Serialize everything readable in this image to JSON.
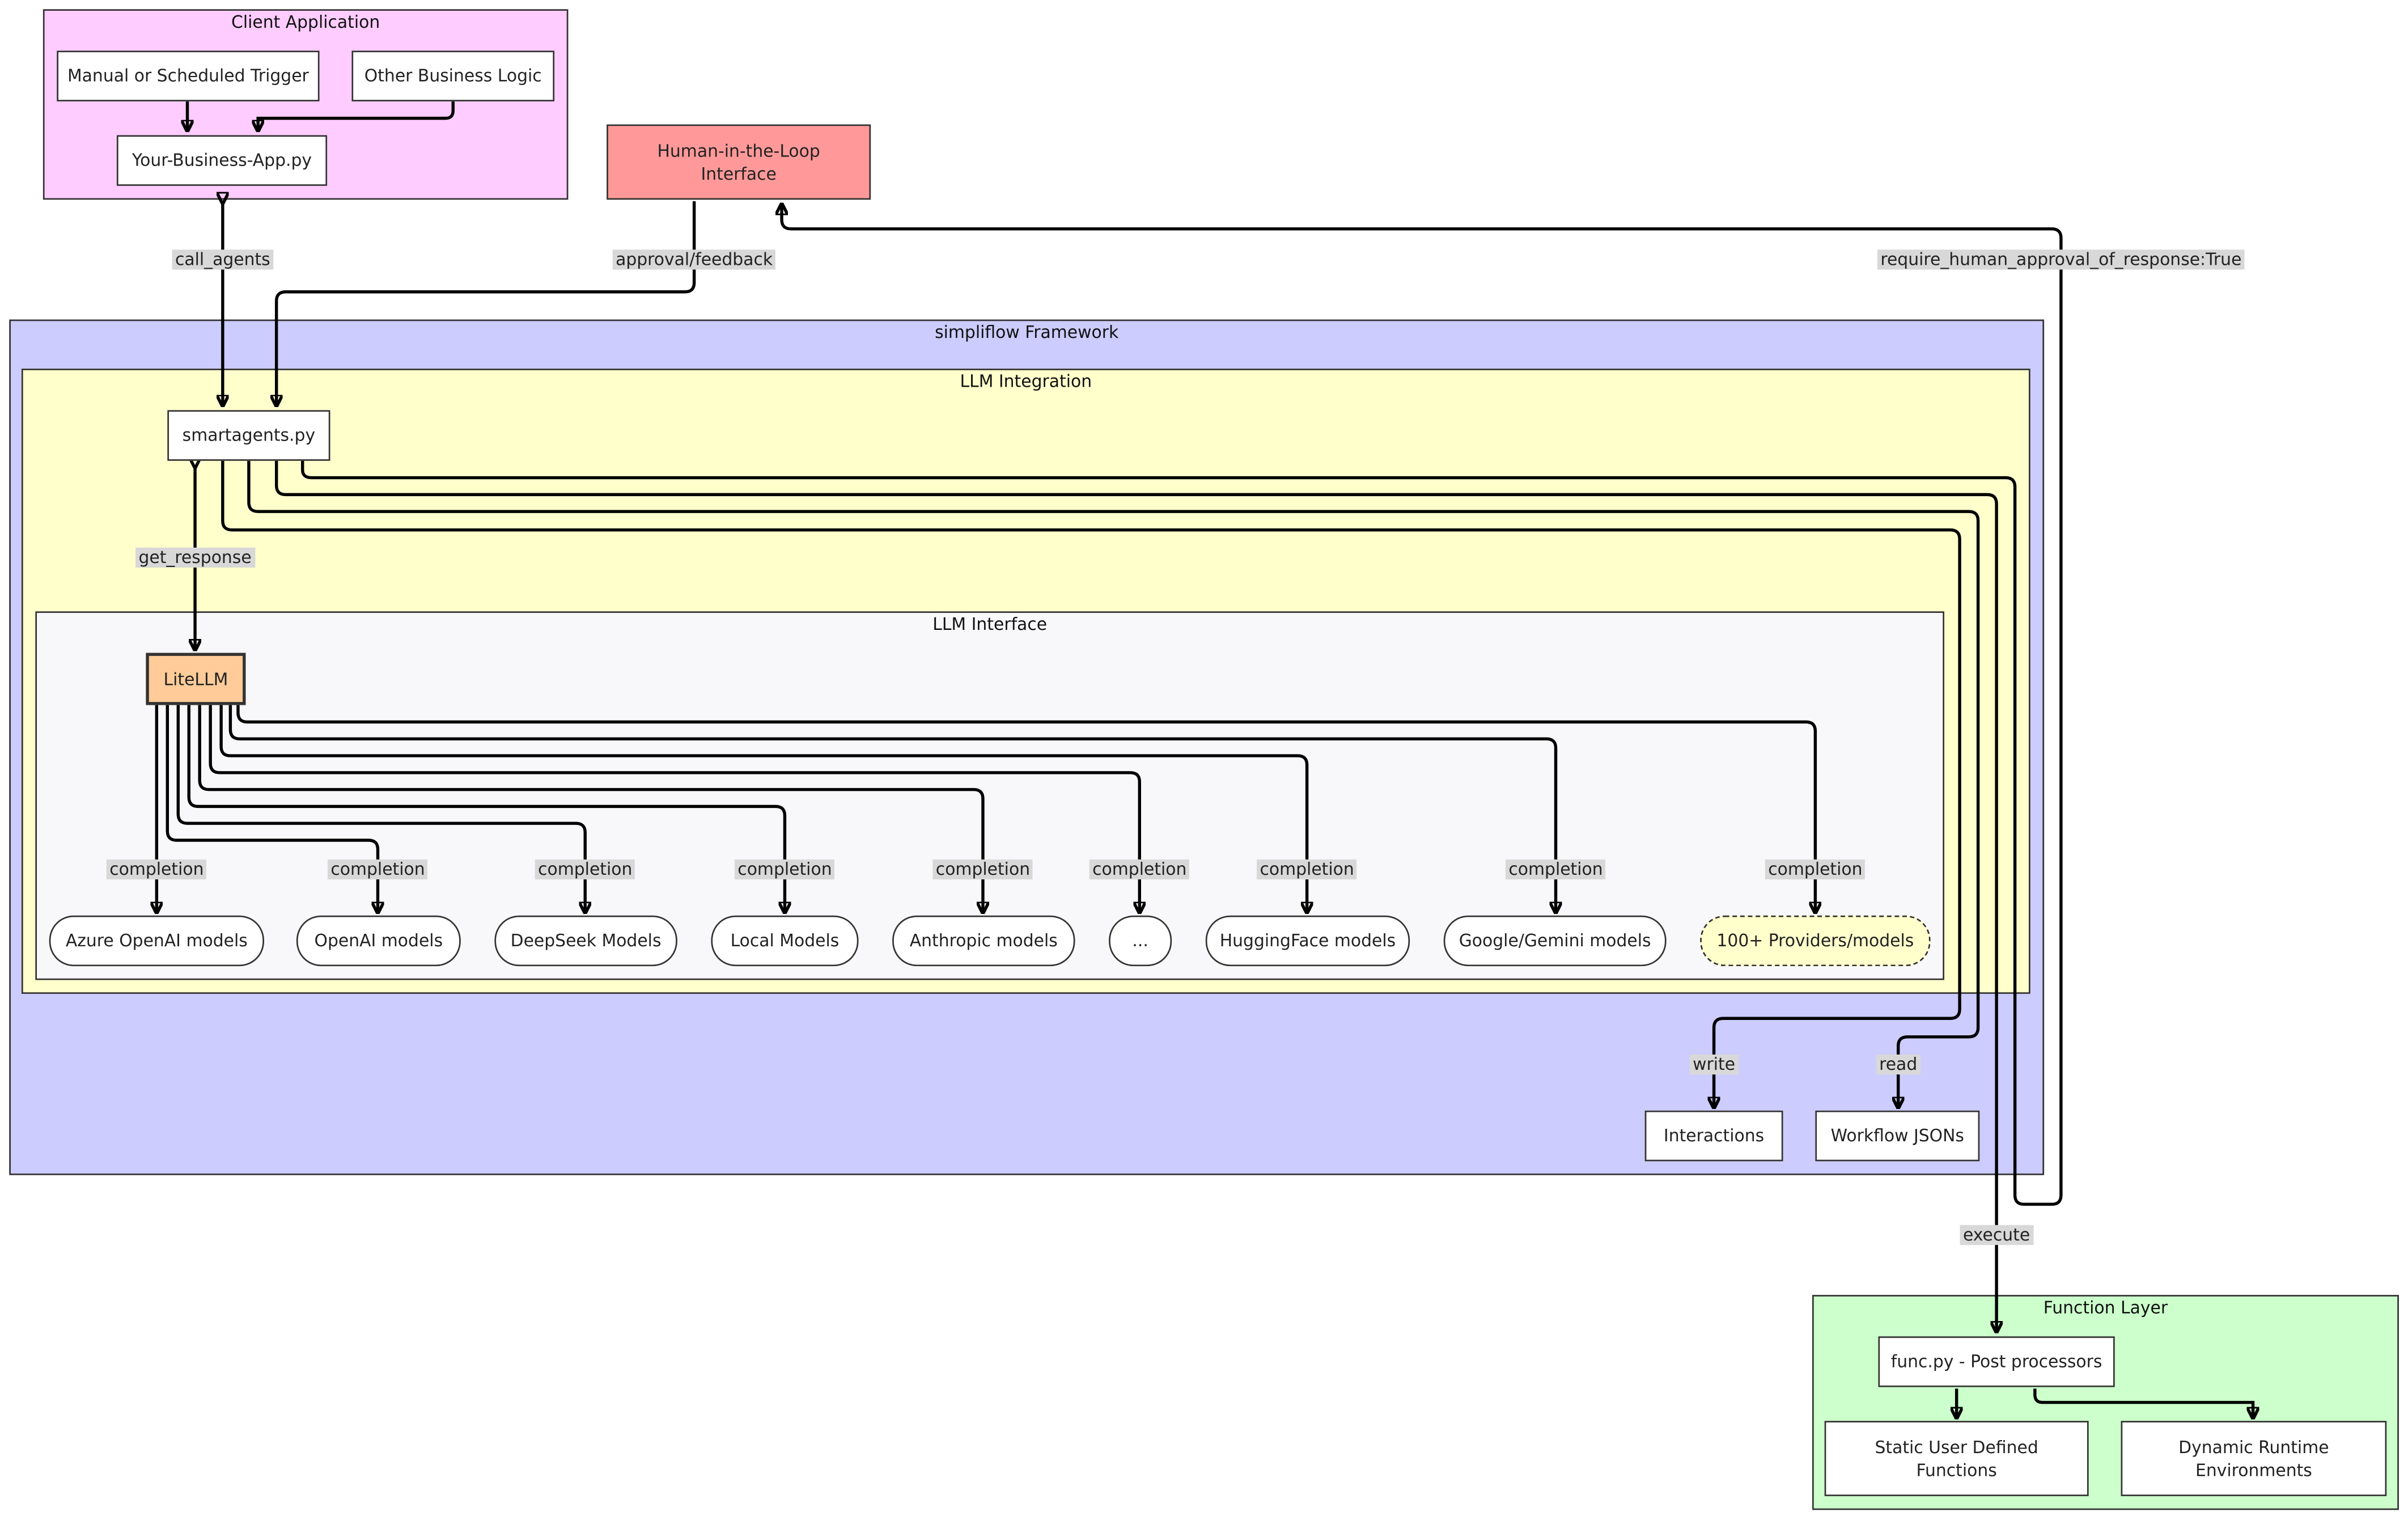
{
  "groups": {
    "client": {
      "title": "Client Application",
      "color": "#ffccff"
    },
    "simpliflow": {
      "title": "simpliflow Framework",
      "color": "#ccccff"
    },
    "llm_integration": {
      "title": "LLM Integration",
      "color": "#ffffcc"
    },
    "llm_interface": {
      "title": "LLM Interface",
      "color": "#f8f8fa"
    },
    "function_layer": {
      "title": "Function Layer",
      "color": "#ccffcc"
    }
  },
  "nodes": {
    "trigger": "Manual or Scheduled Trigger",
    "other_logic": "Other Business Logic",
    "business_app": "Your-Business-App.py",
    "human_loop": "Human-in-the-Loop Interface",
    "smartagents": "smartagents.py",
    "litellm": "LiteLLM",
    "providers": [
      "Azure OpenAI models",
      "OpenAI models",
      "DeepSeek Models",
      "Local Models",
      "Anthropic models",
      "...",
      "HuggingFace models",
      "Google/Gemini models",
      "100+ Providers/models"
    ],
    "interactions": "Interactions",
    "workflow_jsons": "Workflow JSONs",
    "func_py": "func.py - Post processors",
    "static_funcs": "Static User Defined Functions",
    "dynamic_envs": "Dynamic Runtime Environments"
  },
  "edge_labels": {
    "call_agents": "call_agents",
    "approval": "approval/feedback",
    "require_approval": "require_human_approval_of_response:True",
    "get_response": "get_response",
    "completion": "completion",
    "write": "write",
    "read": "read",
    "execute": "execute"
  },
  "colors": {
    "human_loop_fill": "#ff9999",
    "litellm_fill": "#ffcc99",
    "providers_more_fill": "#ffffcc",
    "edge_label_bg": "#d8d8d8"
  }
}
